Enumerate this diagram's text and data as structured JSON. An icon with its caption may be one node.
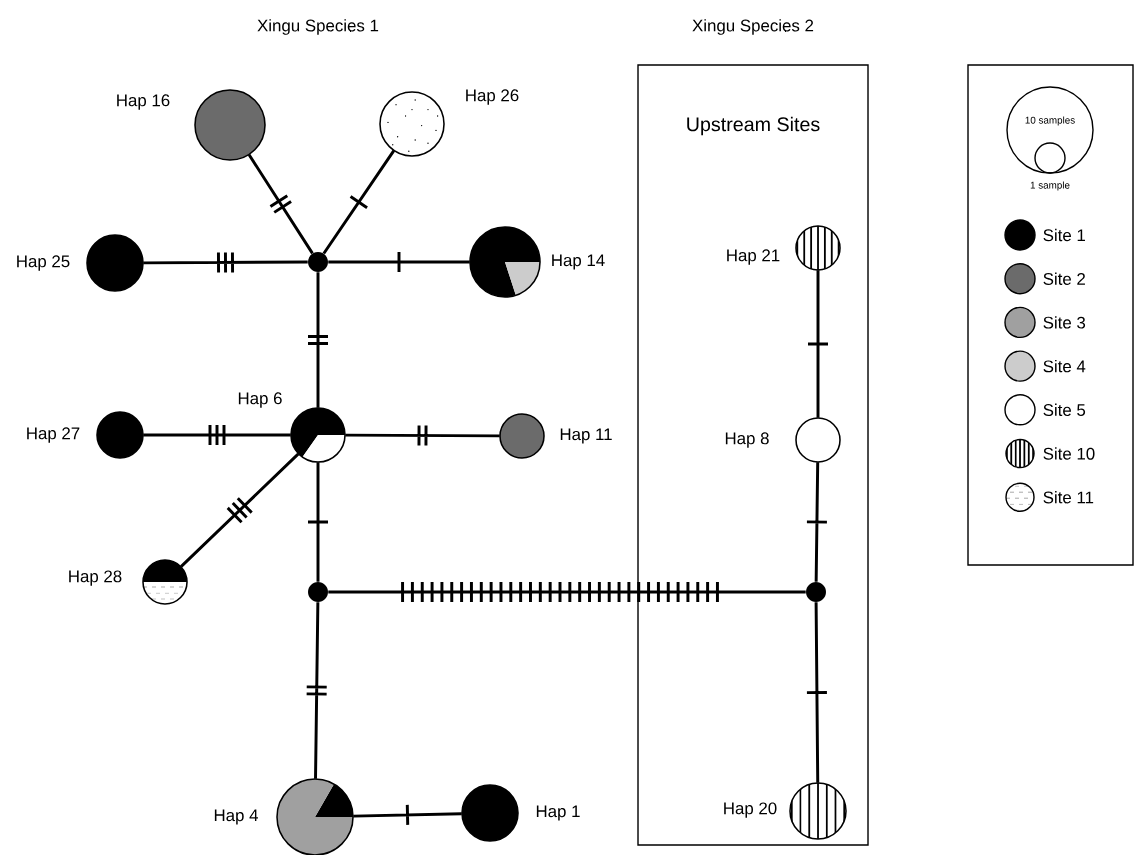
{
  "diagram": {
    "nodes": [
      {
        "text": [
          "Hap 16"
        ]
      },
      {
        "text": [
          "Hap 26"
        ]
      },
      {
        "text": [
          "Hap 25"
        ]
      },
      {
        "text": [],
        "shape": "circle"
      },
      {
        "text": [
          "Hap 14"
        ]
      },
      {
        "text": [
          "Hap 6"
        ]
      },
      {
        "text": [
          "Hap 27"
        ]
      },
      {
        "text": [
          "Hap 11"
        ]
      },
      {
        "text": [
          "Hap 28"
        ]
      },
      {
        "text": [],
        "shape": "circle"
      },
      {
        "text": [
          "Hap 4"
        ]
      },
      {
        "text": [
          "Hap 1"
        ]
      },
      {
        "text": [
          "Upstream Sites"
        ]
      },
      {
        "text": [
          "Hap 21"
        ],
        "in": 12
      },
      {
        "text": [
          "Hap 8"
        ],
        "in": 12
      },
      {
        "text": [],
        "shape": "circle",
        "in": 12
      },
      {
        "text": [
          "Hap 20"
        ],
        "in": 12
      }
    ],
    "edges": [
      {
        "from": 0,
        "to": 3,
        "arrow": "none"
      },
      {
        "from": 1,
        "to": 3,
        "arrow": "none"
      },
      {
        "from": 2,
        "to": 3,
        "arrow": "none"
      },
      {
        "from": 3,
        "to": 4,
        "arrow": "none"
      },
      {
        "from": 3,
        "to": 5,
        "arrow": "none"
      },
      {
        "from": 6,
        "to": 5,
        "arrow": "none"
      },
      {
        "from": 5,
        "to": 7,
        "arrow": "none"
      },
      {
        "from": 5,
        "to": 8,
        "arrow": "none"
      },
      {
        "from": 5,
        "to": 9,
        "arrow": "none"
      },
      {
        "from": 9,
        "to": 15,
        "arrow": "none"
      },
      {
        "from": 9,
        "to": 10,
        "arrow": "none"
      },
      {
        "from": 10,
        "to": 11,
        "arrow": "none"
      },
      {
        "from": 13,
        "to": 14,
        "arrow": "none"
      },
      {
        "from": 14,
        "to": 15,
        "arrow": "none"
      },
      {
        "from": 15,
        "to": 16,
        "arrow": "none"
      }
    ],
    "labels": [
      "Xingu Species 1",
      "Xingu Species 2",
      "10 samples",
      "1 sample"
    ],
    "legend": [
      {
        "text": "Site 1",
        "color": "#000000"
      },
      {
        "text": "Site 2",
        "color": "#6b6b6b"
      },
      {
        "text": "Site 3",
        "color": "#a0a0a0"
      },
      {
        "text": "Site 4",
        "color": "#cccccc"
      },
      {
        "text": "Site 5"
      },
      {
        "text": "Site 10"
      },
      {
        "text": "Site 11"
      }
    ]
  }
}
